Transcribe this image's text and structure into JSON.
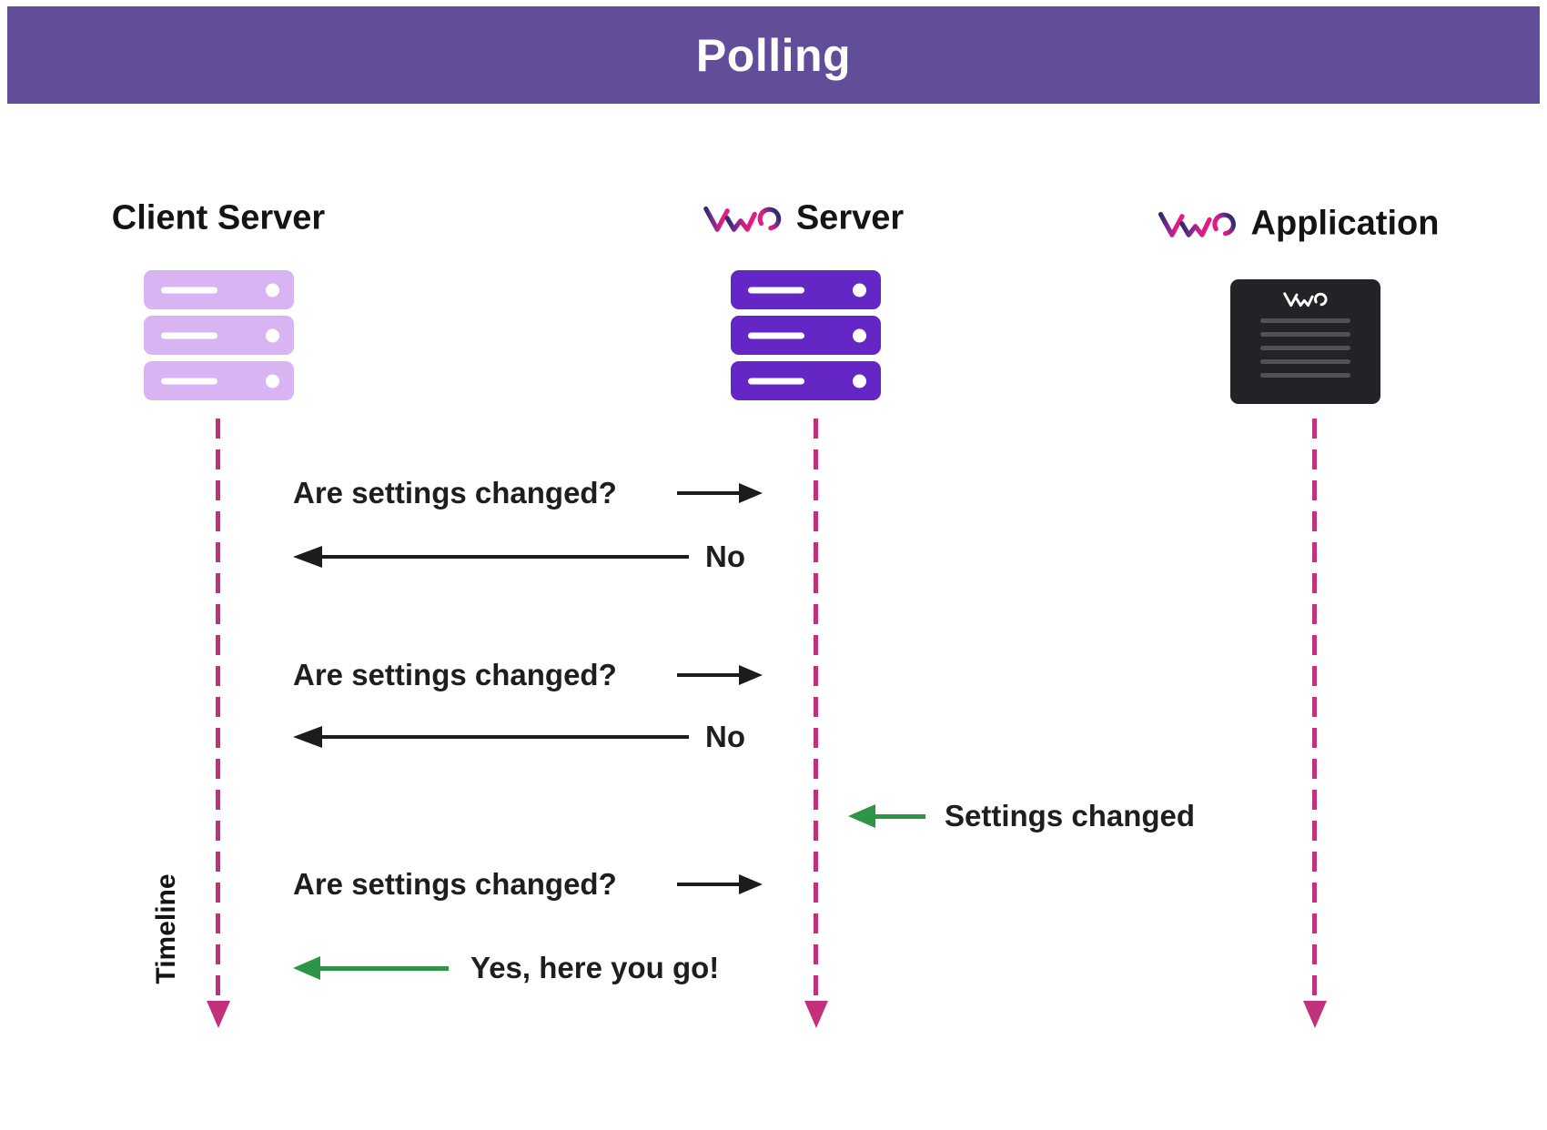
{
  "header": {
    "title": "Polling",
    "bg_color": "#624D99"
  },
  "actors": {
    "client": {
      "label": "Client Server",
      "icon": "server-stack",
      "icon_color": "#D8B4F2"
    },
    "server": {
      "label": "Server",
      "has_vwo_logo": true,
      "icon": "server-stack",
      "icon_color": "#6426C4"
    },
    "application": {
      "label": "Application",
      "has_vwo_logo": true,
      "icon": "app-box",
      "icon_color": "#232327"
    }
  },
  "timeline": {
    "label": "Timeline"
  },
  "messages": [
    {
      "text": "Are settings changed?",
      "from": "client",
      "to": "server",
      "direction": "right",
      "arrow_color": "#1c1c1c"
    },
    {
      "text": "No",
      "from": "server",
      "to": "client",
      "direction": "left",
      "arrow_color": "#1c1c1c"
    },
    {
      "text": "Are settings changed?",
      "from": "client",
      "to": "server",
      "direction": "right",
      "arrow_color": "#1c1c1c"
    },
    {
      "text": "No",
      "from": "server",
      "to": "client",
      "direction": "left",
      "arrow_color": "#1c1c1c"
    },
    {
      "text": "Settings changed",
      "from": "application",
      "to": "server",
      "direction": "left",
      "arrow_color": "#2E9447"
    },
    {
      "text": "Are settings changed?",
      "from": "client",
      "to": "server",
      "direction": "right",
      "arrow_color": "#1c1c1c"
    },
    {
      "text": "Yes, here you go!",
      "from": "server",
      "to": "client",
      "direction": "left",
      "arrow_color": "#2E9447"
    }
  ],
  "colors": {
    "lifeline_pink": "#C2317C",
    "green_arrow": "#2E9447",
    "black_arrow": "#1c1c1c",
    "client_icon": "#D8B4F2",
    "server_icon": "#6426C4",
    "app_icon_bg": "#232327"
  }
}
